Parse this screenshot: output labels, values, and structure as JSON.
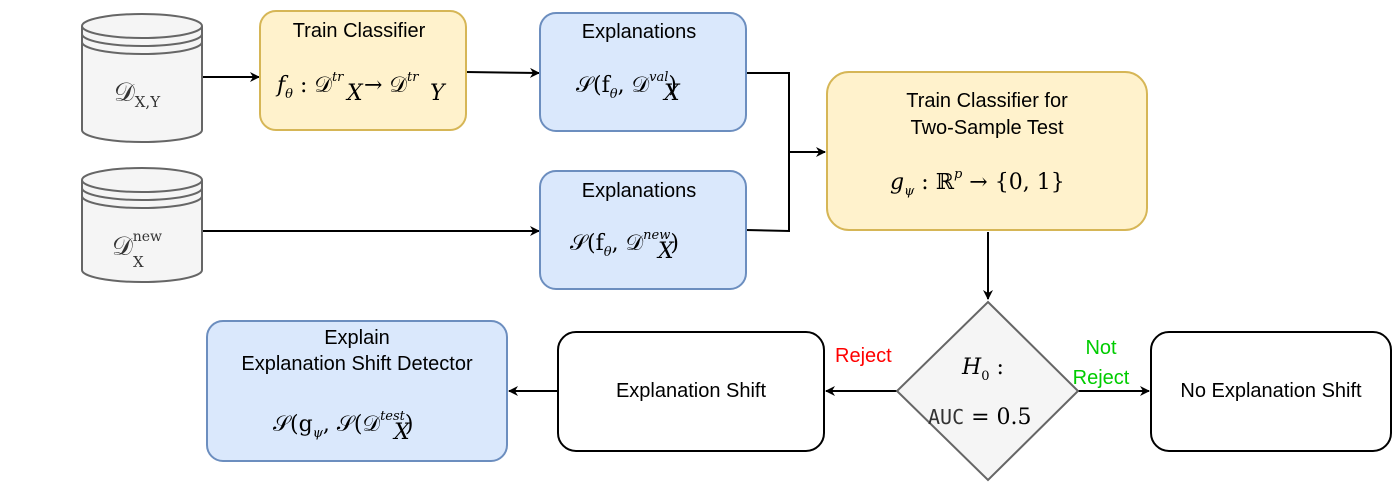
{
  "diagram": {
    "colors": {
      "yellow_fill": "#fff2cc",
      "yellow_stroke": "#d6b656",
      "blue_fill": "#dae8fc",
      "blue_stroke": "#6c8ebf",
      "gray_fill": "#f5f5f5",
      "gray_stroke": "#666666",
      "reject": "#ff0000",
      "not_reject": "#00cc00"
    },
    "datasets": {
      "train": "𝒟",
      "train_sub": "X,Y",
      "new": "𝒟",
      "new_sub": "X",
      "new_sup": "new"
    },
    "train_classifier": {
      "title": "Train Classifier",
      "formula": "f",
      "formula_sub": "θ",
      "formula_rest": " : 𝒟",
      "formula_sup1": "tr",
      "formula_sub1": "X",
      "formula_arrow": " → 𝒟",
      "formula_sup2": "tr",
      "formula_sub2": "Y"
    },
    "explanations_val": {
      "title": "Explanations",
      "formula": "𝒮(f",
      "formula_sub": "θ",
      "formula_mid": ", 𝒟",
      "formula_sup": "val",
      "formula_sub2": "X",
      "formula_end": ")"
    },
    "explanations_new": {
      "title": "Explanations",
      "formula": "𝒮(f",
      "formula_sub": "θ",
      "formula_mid": ", 𝒟",
      "formula_sup": "new",
      "formula_sub2": "X",
      "formula_end": ")"
    },
    "two_sample": {
      "title_line1": "Train Classifier for",
      "title_line2": "Two-Sample Test",
      "formula": "g",
      "formula_sub": "ψ",
      "formula_rest": " : ℝ",
      "formula_sup": "p",
      "formula_end": " → {0, 1}"
    },
    "decision": {
      "line1": "H",
      "line1_sub": "0",
      "line1_end": " :",
      "line2": "AUC",
      "line2_end": " = 0.5"
    },
    "edges": {
      "reject": "Reject",
      "not_reject_line1": "Not",
      "not_reject_line2": "Reject"
    },
    "explanation_shift": "Explanation Shift",
    "no_explanation_shift": "No Explanation Shift",
    "explain_detector": {
      "title_line1": "Explain",
      "title_line2": "Explanation Shift Detector",
      "formula": "𝒮(g",
      "formula_sub": "ψ",
      "formula_mid": ", 𝒮(𝒟",
      "formula_sup": "test",
      "formula_sub2": "X",
      "formula_end": ")"
    }
  }
}
